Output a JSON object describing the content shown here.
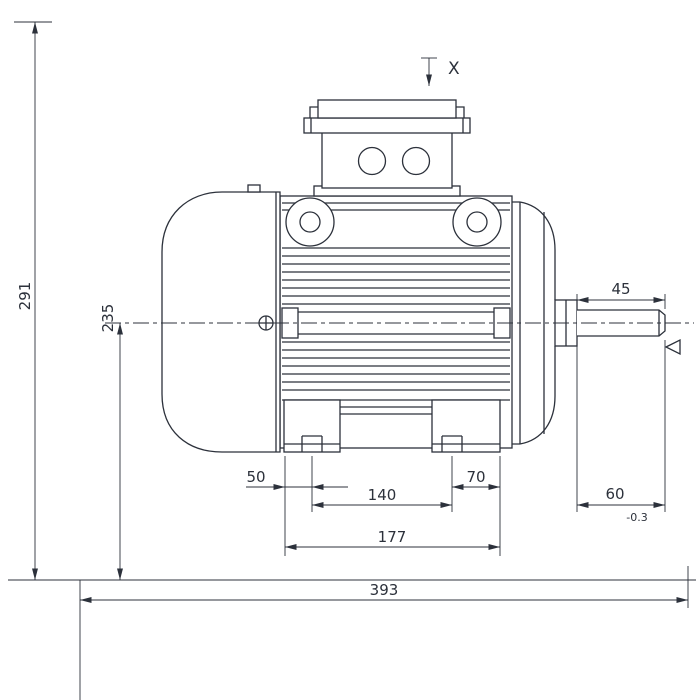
{
  "drawing": {
    "kind": "engineering dimension drawing",
    "subject": "electric motor side view with terminal box, fan cover, shaft and mounting feet",
    "colors": {
      "line": "#2c313b",
      "background": "#ffffff"
    },
    "view_marker": {
      "label": "X"
    },
    "dimensions": {
      "overall_height": "291",
      "shaft_center_height": "235",
      "shaft_end_top": "45",
      "foot_front_offset": "50",
      "foot_hole_spacing": "140",
      "foot_rear_offset": "70",
      "foot_length": "177",
      "shaft_extension": "60",
      "shaft_extension_tolerance": "-0.3",
      "overall_length": "393"
    }
  }
}
